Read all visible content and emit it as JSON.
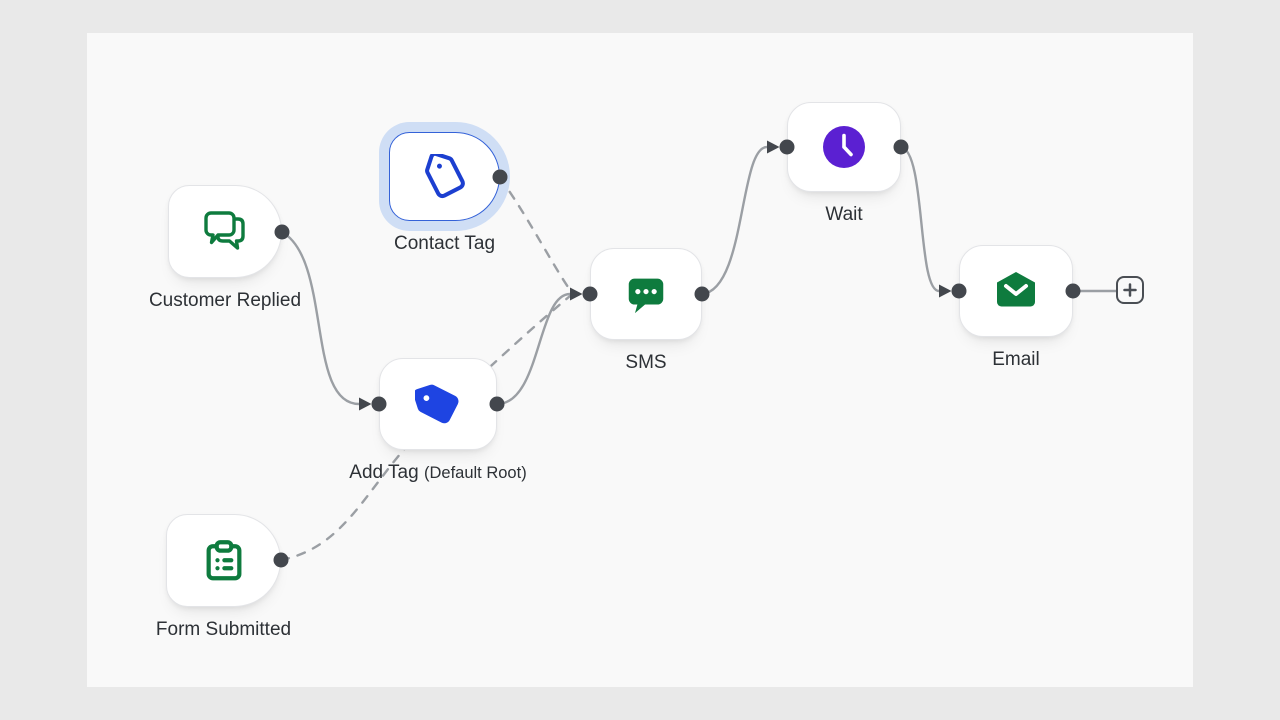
{
  "workflow": {
    "nodes": {
      "customer_replied": {
        "label": "Customer Replied",
        "type": "trigger",
        "icon": "chat-messages-icon",
        "accent": "#0e7b3e"
      },
      "contact_tag": {
        "label": "Contact Tag",
        "type": "trigger",
        "icon": "tag-outline-icon",
        "accent": "#1c3fd0",
        "selected": true
      },
      "add_tag": {
        "label": "Add Tag",
        "sublabel": "(Default Root)",
        "type": "action",
        "icon": "tag-filled-icon",
        "accent": "#1e44e2"
      },
      "form_submitted": {
        "label": "Form Submitted",
        "type": "trigger",
        "icon": "clipboard-list-icon",
        "accent": "#0e7b3e"
      },
      "sms": {
        "label": "SMS",
        "type": "action",
        "icon": "sms-bubble-icon",
        "accent": "#0e7b3e"
      },
      "wait": {
        "label": "Wait",
        "type": "action",
        "icon": "clock-icon",
        "accent": "#5b20d2"
      },
      "email": {
        "label": "Email",
        "type": "action",
        "icon": "email-envelope-icon",
        "accent": "#0e7b3e"
      }
    },
    "connections": [
      {
        "from": "customer_replied",
        "to": "add_tag",
        "style": "solid"
      },
      {
        "from": "form_submitted",
        "to": "sms",
        "style": "dashed"
      },
      {
        "from": "contact_tag",
        "to": "sms",
        "style": "dashed"
      },
      {
        "from": "add_tag",
        "to": "sms",
        "style": "solid"
      },
      {
        "from": "sms",
        "to": "wait",
        "style": "solid"
      },
      {
        "from": "wait",
        "to": "email",
        "style": "solid"
      },
      {
        "from": "email",
        "to": "add_step_button",
        "style": "solid"
      }
    ],
    "add_step_button": {
      "icon": "plus-icon"
    },
    "colors": {
      "canvas": "#f9f9f9",
      "page_background": "#e9e9e9",
      "wire": "#9b9fa4",
      "port": "#43474d",
      "selection_border": "#3462d8",
      "selection_halo": "#cfdef5",
      "green": "#0e7b3e",
      "blue": "#1e44e2",
      "purple": "#5b20d2"
    }
  }
}
